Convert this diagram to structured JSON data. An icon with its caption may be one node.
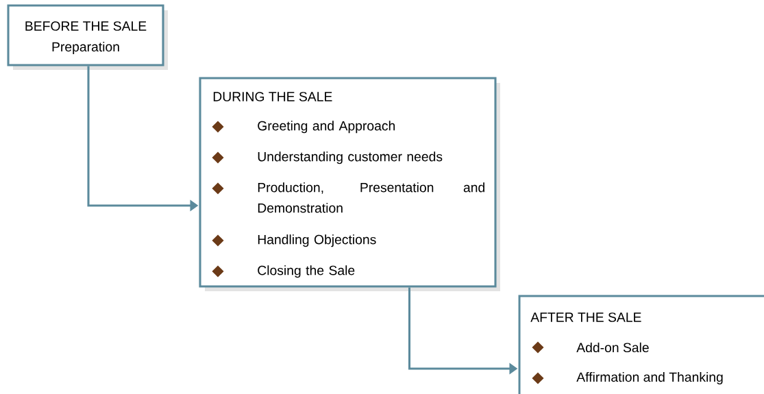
{
  "diagram": {
    "nodes": [
      {
        "text": [
          "BEFORE THE SALE",
          "Preparation"
        ]
      },
      {
        "text": [
          "DURING THE SALE",
          "Greeting and Approach",
          "Understanding customer needs",
          "Production, Presentation and Demonstration",
          "Handling Objections",
          "Closing the Sale"
        ]
      },
      {
        "text": [
          "AFTER THE SALE",
          "Add-on Sale",
          "Affirmation and Thanking"
        ]
      }
    ],
    "edges": [
      {
        "from": 0,
        "to": 1,
        "arrow": "to"
      },
      {
        "from": 1,
        "to": 2,
        "arrow": "to"
      }
    ]
  }
}
